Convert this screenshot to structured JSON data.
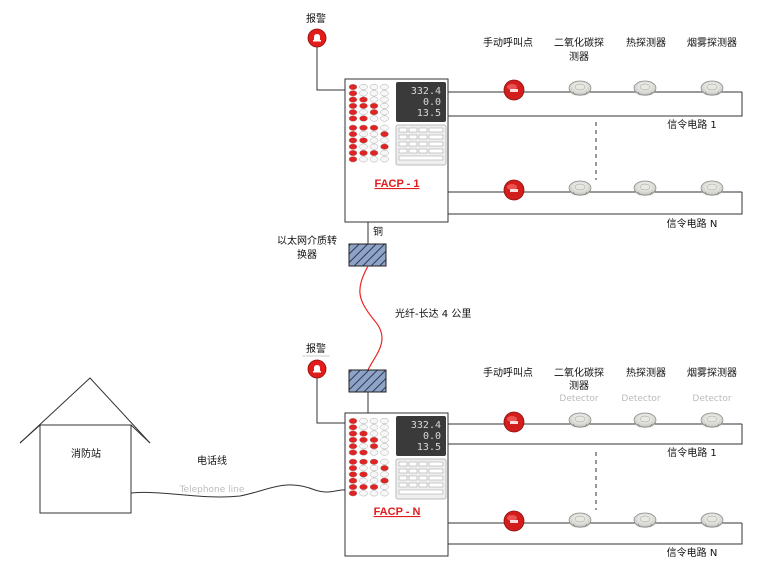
{
  "colors": {
    "accent_red": "#e21b1b",
    "fiber_red": "#ee2222",
    "converter_fill": "#8fa3c6",
    "panel_lcd": "#3a3a3a"
  },
  "labels": {
    "alarm_top": "报警",
    "alarm_bottom": "报警",
    "manual_call": "手动呼叫点",
    "co2_detector_l1": "二氧化碳探",
    "co2_detector_l2": "测器",
    "heat_detector": "热探测器",
    "smoke_detector": "烟雾探测器",
    "signal_circuit_1": "信令电路 1",
    "signal_circuit_n": "信令电路 N",
    "facp_1": "FACP - 1",
    "facp_n": "FACP - N",
    "copper": "铜",
    "media_converter_l1": "以太网介质转",
    "media_converter_l2": "换器",
    "fiber": "光纤-长达 4 公里",
    "fire_station": "消防站",
    "phone_line": "电话线",
    "phone_line_ghost": "Telephone line",
    "detector_ghost": "Detector"
  },
  "lcd": {
    "line1": "332.4",
    "line2": "0.0",
    "line3": "13.5"
  }
}
